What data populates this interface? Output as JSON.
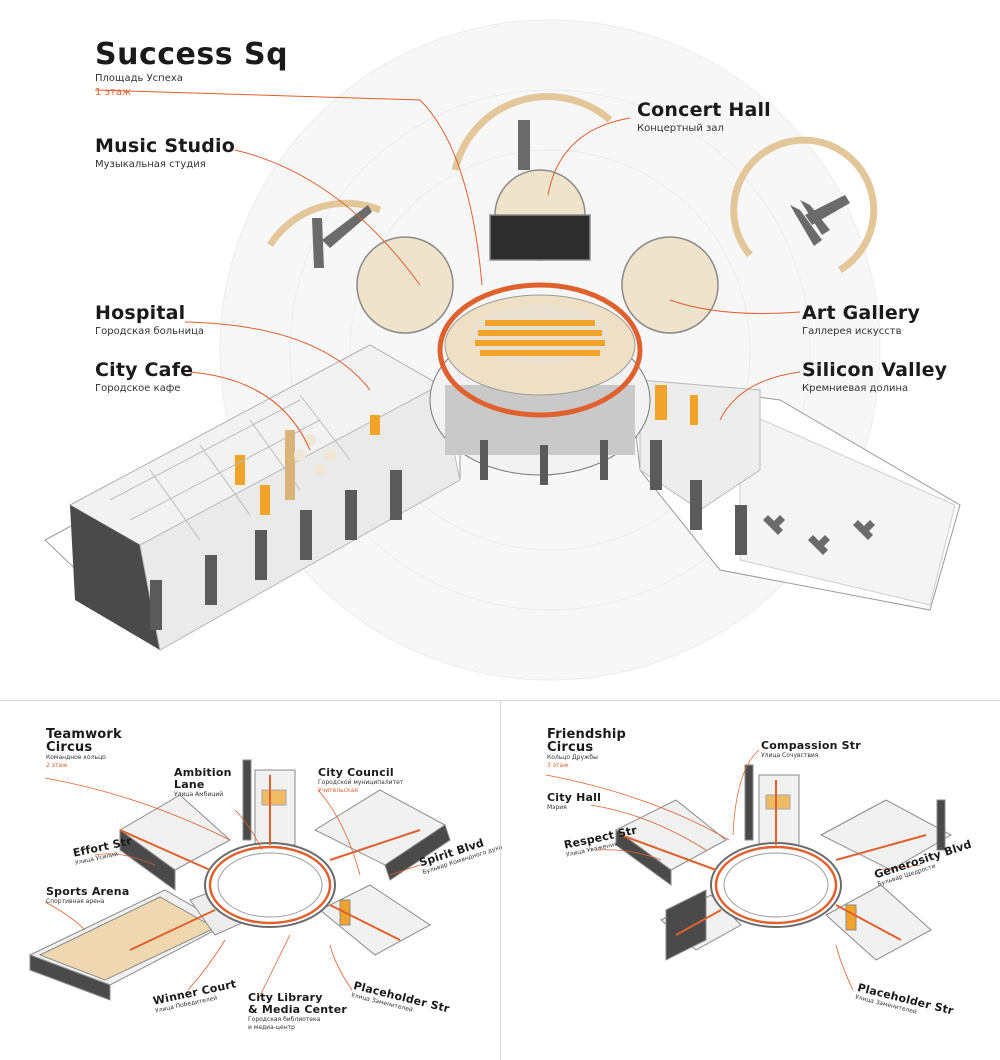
{
  "top_plan": {
    "success_sq": {
      "title": "Success Sq",
      "subtitle": "Площадь Успеха",
      "floor": "1 этаж"
    },
    "music_studio": {
      "title": "Music Studio",
      "subtitle": "Музыкальная студия"
    },
    "concert_hall": {
      "title": "Concert Hall",
      "subtitle": "Концертный зал"
    },
    "hospital": {
      "title": "Hospital",
      "subtitle": "Городская больница"
    },
    "city_cafe": {
      "title": "City Cafe",
      "subtitle": "Городское кафе"
    },
    "art_gallery": {
      "title": "Art Gallery",
      "subtitle": "Галлерея искусств"
    },
    "silicon_valley": {
      "title": "Silicon Valley",
      "subtitle": "Кремниевая долина"
    }
  },
  "left_plan": {
    "teamwork_circus": {
      "title_1": "Teamwork",
      "title_2": "Circus",
      "subtitle": "Командное кольцо",
      "floor": "2 этаж"
    },
    "ambition_lane": {
      "title_1": "Ambition",
      "title_2": "Lane",
      "subtitle": "Улица Амбиций"
    },
    "city_council": {
      "title": "City Council",
      "subtitle": "Городской муниципалитет",
      "extra": "Учительская"
    },
    "effort_str": {
      "title": "Effort Str",
      "subtitle": "Улица Усилий"
    },
    "spirit_blvd": {
      "title": "Spirit Blvd",
      "subtitle": "Бульвар Командного духа"
    },
    "sports_arena": {
      "title": "Sports Arena",
      "subtitle": "Спортивная арена"
    },
    "winner_court": {
      "title": "Winner Court",
      "subtitle": "Улица Победителей"
    },
    "city_library": {
      "title_1": "City Library",
      "title_2": "& Media Center",
      "subtitle_1": "Городская библиотека",
      "subtitle_2": "и медиа-центр"
    },
    "placeholder_str": {
      "title": "Placeholder Str",
      "subtitle": "Улица Заменителей"
    }
  },
  "right_plan": {
    "friendship_circus": {
      "title_1": "Friendship",
      "title_2": "Circus",
      "subtitle": "Кольцо Дружбы",
      "floor": "3 этаж"
    },
    "compassion_str": {
      "title": "Compassion Str",
      "subtitle": "Улица Сочувствия"
    },
    "city_hall": {
      "title": "City Hall",
      "subtitle": "Мэрия"
    },
    "respect_str": {
      "title": "Respect Str",
      "subtitle": "Улица Уважения"
    },
    "generosity_blvd": {
      "title": "Generosity Blvd",
      "subtitle": "Бульвар Щедрости"
    },
    "placeholder_str": {
      "title": "Placeholder Str",
      "subtitle": "Улица Заменителей"
    }
  },
  "colors": {
    "accent": "#e0602e",
    "wood": "#e8cfa3",
    "dark": "#3a3a3a",
    "wall": "#f4f4f4",
    "seat_orange": "#f1a32b"
  }
}
